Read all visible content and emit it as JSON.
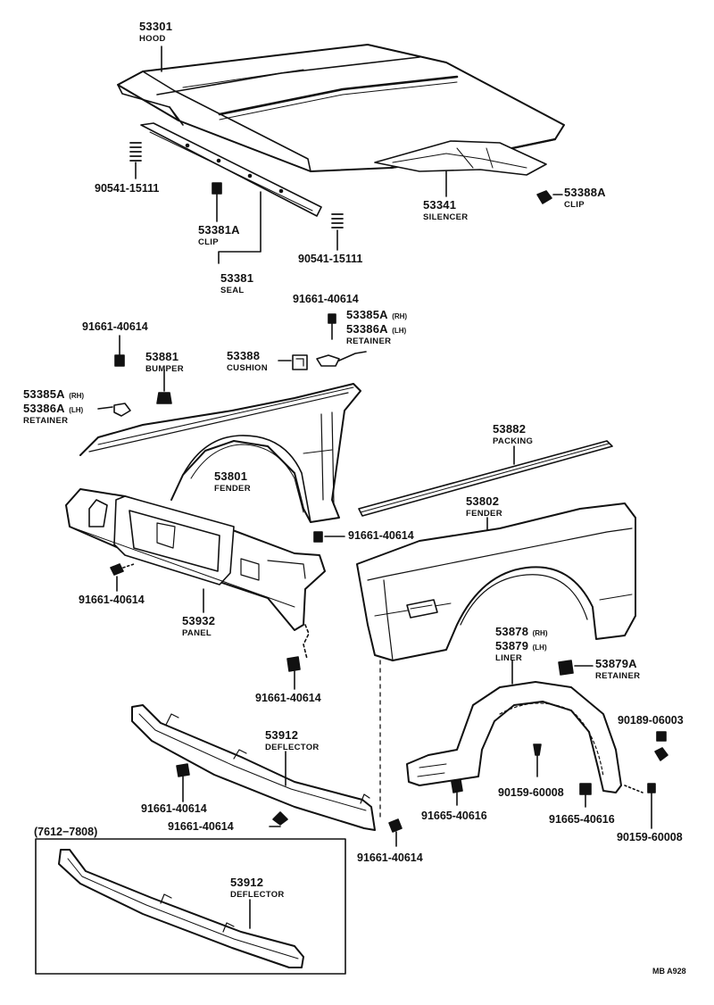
{
  "labels": {
    "hood": {
      "num": "53301",
      "name": "HOOD"
    },
    "silencer": {
      "num": "53341",
      "name": "SILENCER"
    },
    "clip_53388a": {
      "num": "53388A",
      "name": "CLIP"
    },
    "bolt_90541_left": "90541-15111",
    "clip_53381a": {
      "num": "53381A",
      "name": "CLIP"
    },
    "bolt_90541_right": "90541-15111",
    "seal": {
      "num": "53381",
      "name": "SEAL"
    },
    "bolt_91661_top_right": "91661-40614",
    "retainer_upper": {
      "num1": "53385A",
      "sfx1": "(RH)",
      "num2": "53386A",
      "sfx2": "(LH)",
      "name": "RETAINER"
    },
    "bolt_91661_top_left": "91661-40614",
    "bumper": {
      "num": "53881",
      "name": "BUMPER"
    },
    "cushion": {
      "num": "53388",
      "name": "CUSHION"
    },
    "retainer_left": {
      "num1": "53385A",
      "sfx1": "(RH)",
      "num2": "53386A",
      "sfx2": "(LH)",
      "name": "RETAINER"
    },
    "packing": {
      "num": "53882",
      "name": "PACKING"
    },
    "fender_rear": {
      "num": "53801",
      "name": "FENDER"
    },
    "fender_front": {
      "num": "53802",
      "name": "FENDER"
    },
    "bolt_91661_mid": "91661-40614",
    "bolt_91661_left": "91661-40614",
    "panel": {
      "num": "53932",
      "name": "PANEL"
    },
    "liner": {
      "num1": "53878",
      "sfx1": "(RH)",
      "num2": "53879",
      "sfx2": "(LH)",
      "name": "LINER"
    },
    "retainer_liner": {
      "num": "53879A",
      "name": "RETAINER"
    },
    "bolt_91661_panel": "91661-40614",
    "deflector_main": {
      "num": "53912",
      "name": "DEFLECTOR"
    },
    "bolt_90189": "90189-06003",
    "bolt_91661_deflector_a": "91661-40614",
    "bolt_91661_deflector_b": "91661-40614",
    "bolt_90159_a": "90159-60008",
    "bolt_91665_a": "91665-40616",
    "bolt_91665_b": "91665-40616",
    "bolt_90159_b": "90159-60008",
    "bolt_91661_bottom": "91661-40614",
    "inset_range": "(7612−7808)",
    "deflector_inset": {
      "num": "53912",
      "name": "DEFLECTOR"
    },
    "ref_code": "MB A928"
  }
}
